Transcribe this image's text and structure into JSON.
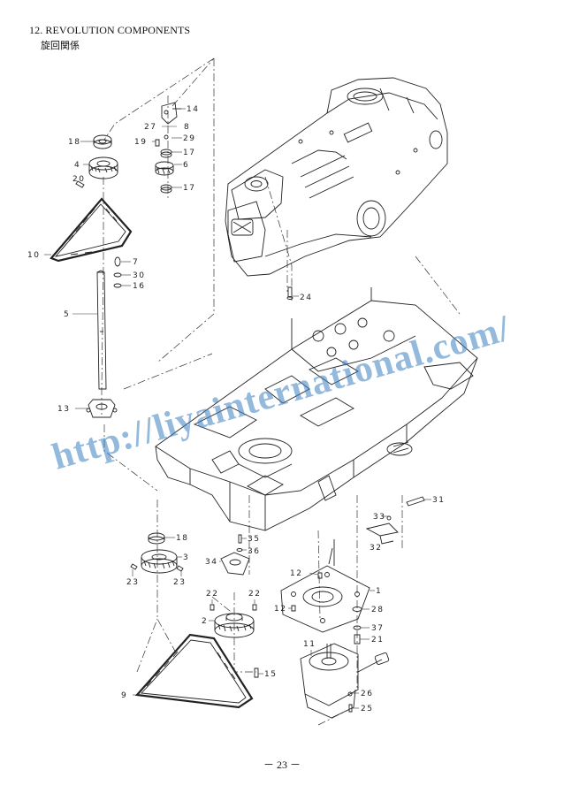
{
  "header": {
    "title": "12. REVOLUTION COMPONENTS",
    "subtitle": "旋回関係"
  },
  "footer": {
    "page_number": "－ 23 －"
  },
  "watermark": {
    "text": "http://liyainternational.com/",
    "color": "#3a7fc1"
  },
  "part_labels": {
    "p14": "14",
    "p27": "27",
    "p8": "8",
    "p18a": "18",
    "p19": "19",
    "p29": "29",
    "p17a": "17",
    "p4": "4",
    "p6": "6",
    "p20": "20",
    "p17b": "17",
    "p10": "10",
    "p7": "7",
    "p30": "30",
    "p16": "16",
    "p5": "5",
    "p24": "24",
    "p13": "13",
    "p31": "31",
    "p33": "33",
    "p32": "32",
    "p18b": "18",
    "p3": "3",
    "p23a": "23",
    "p23b": "23",
    "p35": "35",
    "p36": "36",
    "p34": "34",
    "p12a": "12",
    "p1": "1",
    "p22a": "22",
    "p22b": "22",
    "p12b": "12",
    "p28": "28",
    "p2": "2",
    "p37": "37",
    "p21": "21",
    "p11": "11",
    "p15": "15",
    "p9": "9",
    "p26": "26",
    "p25": "25"
  }
}
